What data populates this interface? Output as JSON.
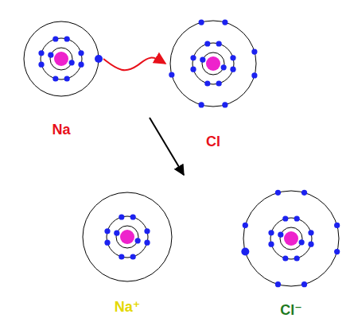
{
  "diagram": {
    "nodes": [
      {
        "text": [
          "Na"
        ]
      },
      {
        "text": [
          "Cl"
        ]
      },
      {
        "text": [
          "Na⁺"
        ]
      },
      {
        "text": [
          "Cl⁻"
        ]
      }
    ],
    "edges": [
      {
        "from": 0,
        "to": 1,
        "arrow": "to"
      }
    ]
  }
}
